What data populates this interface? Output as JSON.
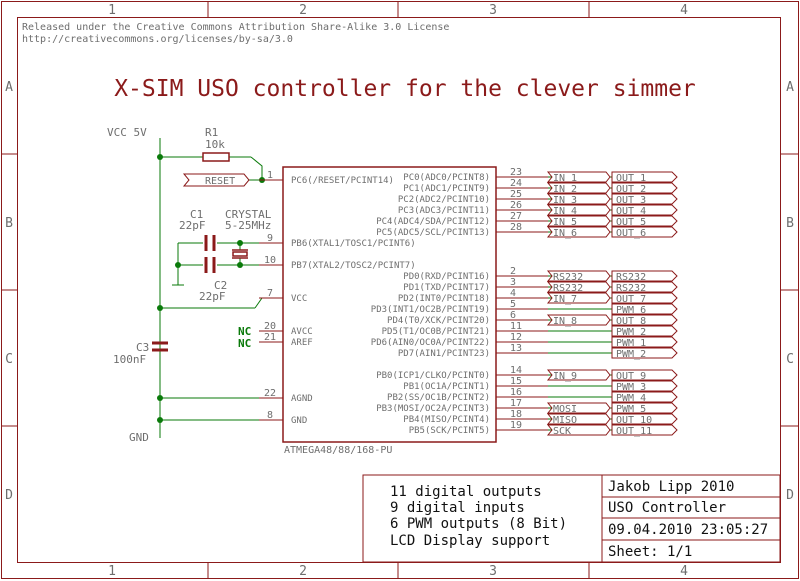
{
  "frame": {
    "columns": [
      "1",
      "2",
      "3",
      "4"
    ],
    "rows": [
      "A",
      "B",
      "C",
      "D"
    ]
  },
  "license": {
    "line1": "Released under the Creative Commons Attribution Share-Alike 3.0 License",
    "line2": "http://creativecommons.org/licenses/by-sa/3.0"
  },
  "title": "X-SIM USO controller for the clever simmer",
  "power": {
    "vcc": "VCC 5V",
    "gnd": "GND"
  },
  "components": {
    "r1": {
      "name": "R1",
      "value": "10k"
    },
    "reset_label": "RESET",
    "c1": {
      "name": "C1",
      "value": "22pF"
    },
    "c2": {
      "name": "C2",
      "value": "22pF"
    },
    "crystal": {
      "name": "CRYSTAL",
      "value": "5-25MHz"
    },
    "c3": {
      "name": "C3",
      "value": "100nF"
    },
    "nc": "NC"
  },
  "ic": {
    "part": "ATMEGA48/88/168-PU",
    "left_pins": [
      {
        "num": "1",
        "name": "PC6(/RESET/PCINT14)"
      },
      {
        "num": "9",
        "name": "PB6(XTAL1/TOSC1/PCINT6)"
      },
      {
        "num": "10",
        "name": "PB7(XTAL2/TOSC2/PCINT7)"
      },
      {
        "num": "7",
        "name": "VCC"
      },
      {
        "num": "20",
        "name": "AVCC"
      },
      {
        "num": "21",
        "name": "AREF"
      },
      {
        "num": "22",
        "name": "AGND"
      },
      {
        "num": "8",
        "name": "GND"
      }
    ],
    "right_pins": [
      {
        "num": "23",
        "name": "PC0(ADC0/PCINT8)",
        "net": "IN_1",
        "out": "OUT_1"
      },
      {
        "num": "24",
        "name": "PC1(ADC1/PCINT9)",
        "net": "IN_2",
        "out": "OUT_2"
      },
      {
        "num": "25",
        "name": "PC2(ADC2/PCINT10)",
        "net": "IN_3",
        "out": "OUT_3"
      },
      {
        "num": "26",
        "name": "PC3(ADC3/PCINT11)",
        "net": "IN_4",
        "out": "OUT_4"
      },
      {
        "num": "27",
        "name": "PC4(ADC4/SDA/PCINT12)",
        "net": "IN_5",
        "out": "OUT_5"
      },
      {
        "num": "28",
        "name": "PC5(ADC5/SCL/PCINT13)",
        "net": "IN_6",
        "out": "OUT_6"
      },
      {
        "num": "2",
        "name": "PD0(RXD/PCINT16)",
        "net": "RS232",
        "out": "RS232"
      },
      {
        "num": "3",
        "name": "PD1(TXD/PCINT17)",
        "net": "RS232",
        "out": "RS232"
      },
      {
        "num": "4",
        "name": "PD2(INT0/PCINT18)",
        "net": "IN_7",
        "out": "OUT_7"
      },
      {
        "num": "5",
        "name": "PD3(INT1/OC2B/PCINT19)",
        "net": "",
        "out": "PWM_6"
      },
      {
        "num": "6",
        "name": "PD4(T0/XCK/PCINT20)",
        "net": "IN_8",
        "out": "OUT_8"
      },
      {
        "num": "11",
        "name": "PD5(T1/OC0B/PCINT21)",
        "net": "",
        "out": "PWM_2"
      },
      {
        "num": "12",
        "name": "PD6(AIN0/OC0A/PCINT22)",
        "net": "",
        "out": "PWM_1"
      },
      {
        "num": "13",
        "name": "PD7(AIN1/PCINT23)",
        "net": "",
        "out": "PWM_2"
      },
      {
        "num": "14",
        "name": "PB0(ICP1/CLKO/PCINT0)",
        "net": "IN_9",
        "out": "OUT_9"
      },
      {
        "num": "15",
        "name": "PB1(OC1A/PCINT1)",
        "net": "",
        "out": "PWM_3"
      },
      {
        "num": "16",
        "name": "PB2(SS/OC1B/PCINT2)",
        "net": "",
        "out": "PWM_4"
      },
      {
        "num": "17",
        "name": "PB3(MOSI/OC2A/PCINT3)",
        "net": "MOSI",
        "out": "PWM_5"
      },
      {
        "num": "18",
        "name": "PB4(MISO/PCINT4)",
        "net": "MISO",
        "out": "OUT_10"
      },
      {
        "num": "19",
        "name": "PB5(SCK/PCINT5)",
        "net": "SCK",
        "out": "OUT_11"
      }
    ]
  },
  "features": [
    "11 digital outputs",
    "9 digital inputs",
    "6 PWM outputs (8 Bit)",
    "LCD Display support"
  ],
  "title_block": {
    "author": "Jakob Lipp 2010",
    "project": "USO Controller",
    "date": "09.04.2010 23:05:27",
    "sheet": "Sheet: 1/1"
  },
  "colors": {
    "frame": "#8b1a1a",
    "wire": "#0a7a0a",
    "part": "#8b1a1a",
    "text": "#6e6e6e"
  }
}
